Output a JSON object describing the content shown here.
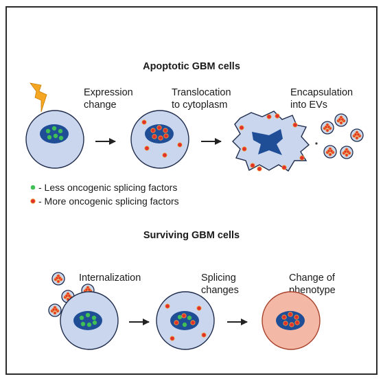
{
  "titles": {
    "apoptotic": "Apoptotic  GBM cells",
    "surviving": "Surviving GBM cells"
  },
  "labels": {
    "expression_change": [
      "Expression",
      "change"
    ],
    "translocation": [
      "Translocation",
      "to cytoplasm"
    ],
    "encapsulation": [
      "Encapsulation",
      "into EVs"
    ],
    "internalization": [
      "Internalization"
    ],
    "splicing_changes": [
      "Splicing",
      "changes"
    ],
    "change_of_phenotype": [
      "Change of",
      "phenotype"
    ]
  },
  "legend": {
    "less": "- Less oncogenic splicing factors",
    "more": "- More oncogenic splicing factors"
  },
  "colors": {
    "frame": "#2b2b2b",
    "cell_fill": "#c9d6ee",
    "cell_stroke": "#1f2b4a",
    "nucleus_fill": "#1f4e96",
    "green_dot": "#3fbf55",
    "red_dot": "#e2312b",
    "red_dot_stroke": "#f2a33a",
    "phenotype_fill": "#f4b9a6",
    "lightning": "#f5a623"
  },
  "icons": [
    "lightning-icon",
    "arrow-icon"
  ]
}
